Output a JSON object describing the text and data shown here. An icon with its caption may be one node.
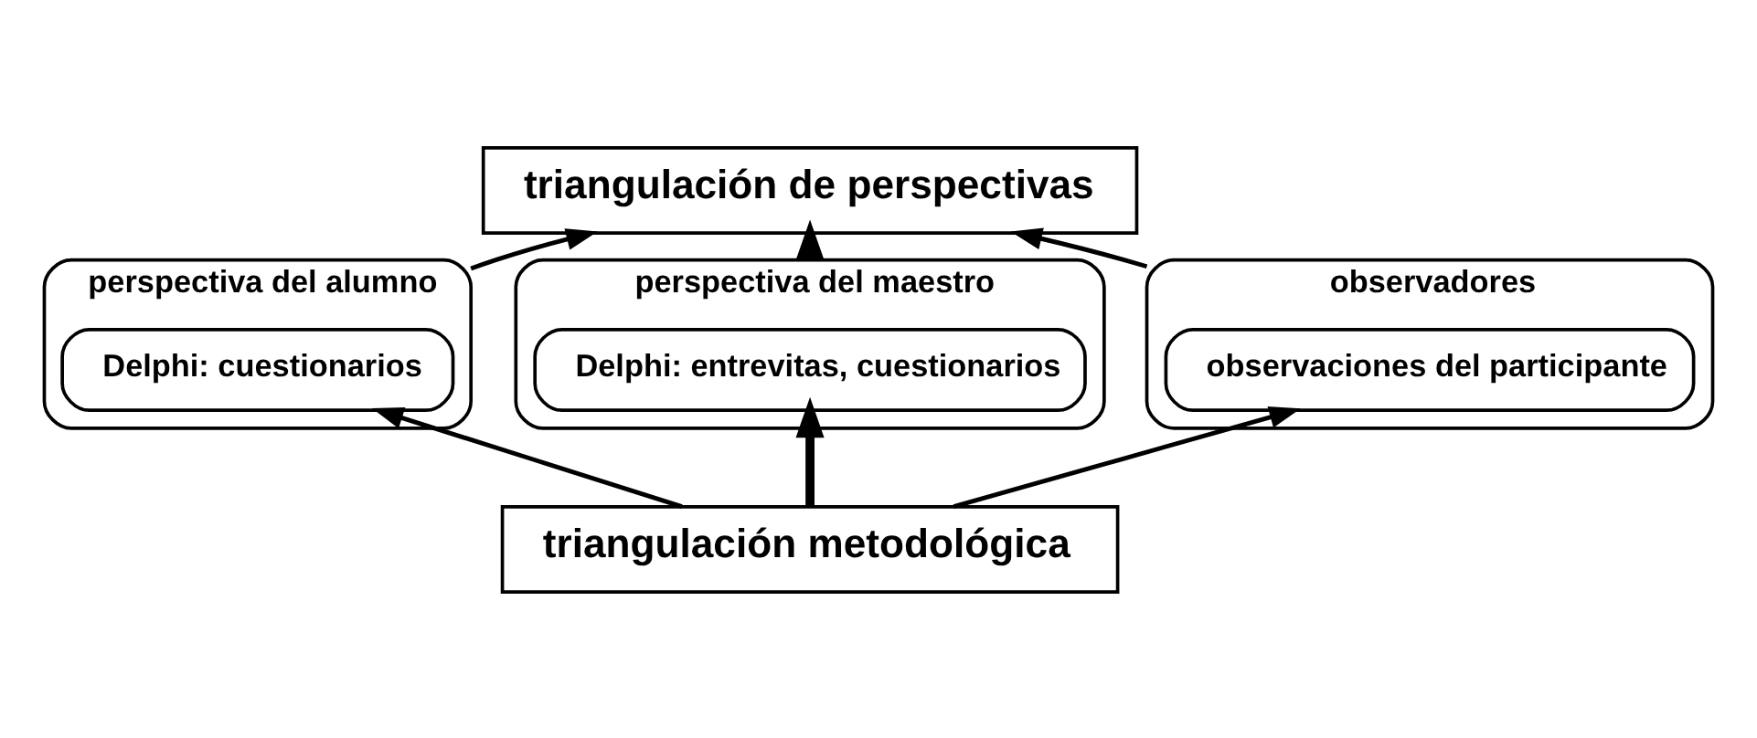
{
  "diagram": {
    "nodes": [
      {
        "text": [
          "triangulación de perspectivas"
        ]
      },
      {
        "text": [
          "perspectiva del alumno"
        ]
      },
      {
        "text": [
          "Delphi: cuestionarios"
        ],
        "in": 1
      },
      {
        "text": [
          "perspectiva del maestro"
        ]
      },
      {
        "text": [
          "Delphi: entrevitas, cuestionarios"
        ],
        "in": 3
      },
      {
        "text": [
          "observadores"
        ]
      },
      {
        "text": [
          "observaciones del participante"
        ],
        "in": 5
      },
      {
        "text": [
          "triangulación metodológica"
        ]
      }
    ],
    "edges": [
      {
        "from": 1,
        "to": 0,
        "arrow": "to"
      },
      {
        "from": 3,
        "to": 0,
        "arrow": "to",
        "style": "thick"
      },
      {
        "from": 5,
        "to": 0,
        "arrow": "to"
      },
      {
        "from": 7,
        "to": 2,
        "arrow": "to"
      },
      {
        "from": 7,
        "to": 4,
        "arrow": "to",
        "style": "thick"
      },
      {
        "from": 7,
        "to": 6,
        "arrow": "to"
      }
    ]
  }
}
